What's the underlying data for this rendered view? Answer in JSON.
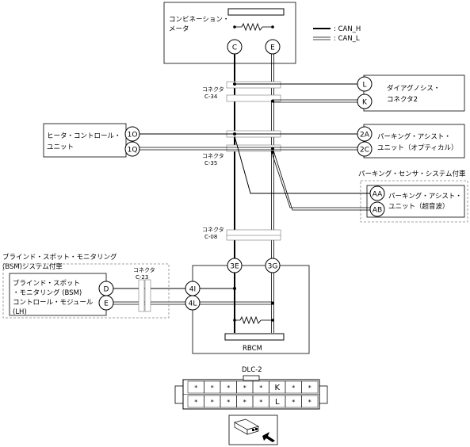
{
  "legend": {
    "can_h": ": CAN_H",
    "can_l": ": CAN_L"
  },
  "units": {
    "combination_meter": [
      "コンビネーション・",
      "メータ"
    ],
    "diagnosis_connector": [
      "ダイアグノシス・",
      "コネクタ2"
    ],
    "heater_control": [
      "ヒータ・コントロール・",
      "ユニット"
    ],
    "parking_assist_optical": [
      "パーキング・アシスト・",
      "ユニット（オプティカル）"
    ],
    "parking_sensor_system": "パーキング・センサ・システム付車",
    "parking_assist_ultrasonic": [
      "パーキング・アシスト・",
      "ユニット（超音波）"
    ],
    "bsm_system": [
      "ブラインド・スポット・モニタリング",
      "(BSM)システム付車"
    ],
    "bsm_module": [
      "ブラインド・スポット",
      "・モニタリング (BSM)",
      "コントロール・モジュール",
      "(LH)"
    ],
    "rbcm": "RBCM",
    "dlc": "DLC-2"
  },
  "connectors": {
    "c34": [
      "コネクタ",
      "C-34"
    ],
    "c35": [
      "コネクタ",
      "C-35"
    ],
    "c08": [
      "コネクタ",
      "C-08"
    ],
    "c23": [
      "コネクタ",
      "C-23"
    ]
  },
  "pins": {
    "meter_c": "C",
    "meter_e": "E",
    "diag_l": "L",
    "diag_k": "K",
    "heater_1o": "1O",
    "heater_1q": "1Q",
    "optical_2a": "2A",
    "optical_2c": "2C",
    "ultra_aa": "AA",
    "ultra_ab": "AB",
    "rbcm_3e": "3E",
    "rbcm_3g": "3G",
    "rbcm_4i": "4I",
    "rbcm_4l": "4L",
    "bsm_d": "D",
    "bsm_e": "E"
  },
  "dlc_pins": {
    "top": [
      "*",
      "*",
      "*",
      "*",
      "*",
      "K",
      "*",
      "*"
    ],
    "bottom": [
      "*",
      "*",
      "*",
      "*",
      "*",
      "L",
      "*",
      "*"
    ]
  },
  "icons": {
    "resistor": "resistor-icon",
    "arrow": "connector-view-icon"
  }
}
